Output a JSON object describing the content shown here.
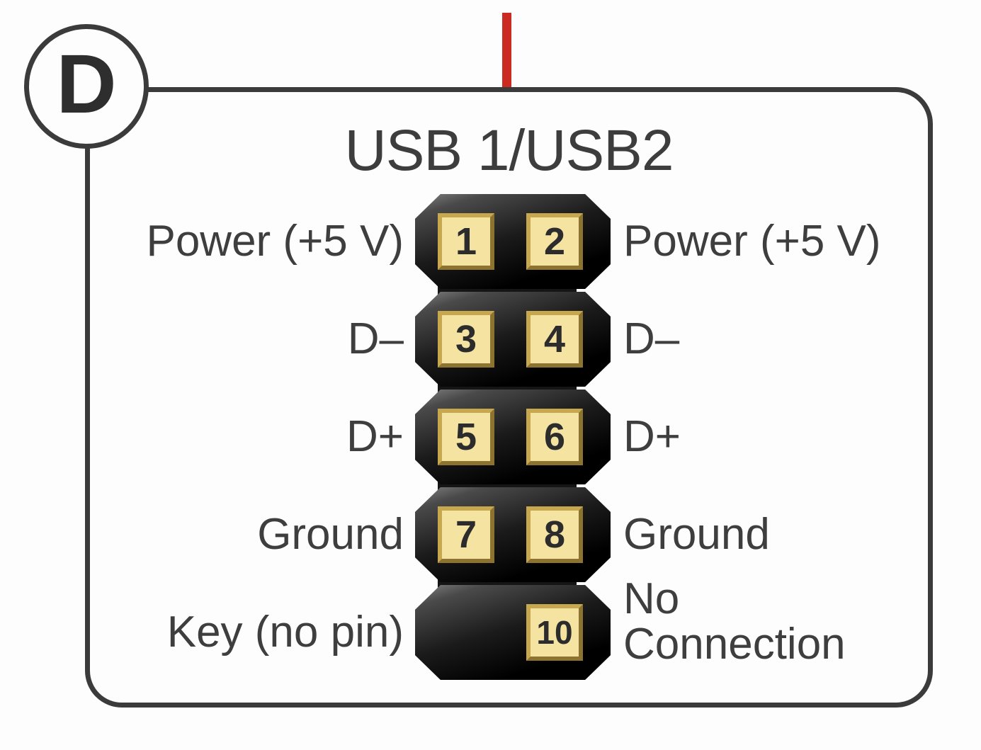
{
  "badge_label": "D",
  "title": "USB 1/USB2",
  "rows": [
    {
      "left_label": "Power (+5 V)",
      "pin_left": "1",
      "pin_right": "2",
      "right_label": "Power (+5 V)"
    },
    {
      "left_label": "D–",
      "pin_left": "3",
      "pin_right": "4",
      "right_label": "D–"
    },
    {
      "left_label": "D+",
      "pin_left": "5",
      "pin_right": "6",
      "right_label": "D+"
    },
    {
      "left_label": "Ground",
      "pin_left": "7",
      "pin_right": "8",
      "right_label": "Ground"
    },
    {
      "left_label": "Key (no pin)",
      "pin_left": null,
      "pin_right": "10",
      "right_label": "No Connection"
    }
  ],
  "colors": {
    "callout_red": "#cb2a23",
    "outline": "#3b3b3b",
    "text": "#3e3e3e",
    "header_black": "#000000",
    "pin_fill": "#f5e3a2",
    "pin_border": "#8d7330"
  }
}
